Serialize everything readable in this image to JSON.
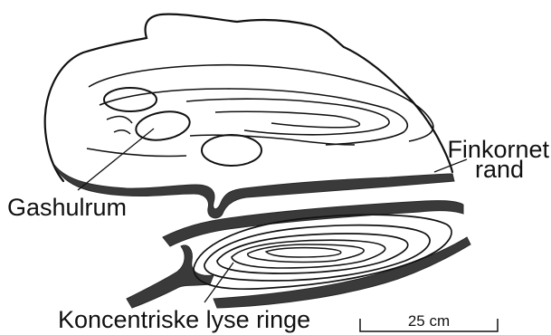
{
  "labels": {
    "vesicle_label": "Gashulrum",
    "rim_label_line1": "Finkornet",
    "rim_label_line2": "rand",
    "rings_label": "Koncentriske lyse ringe",
    "scale_label": "25 cm"
  },
  "colors": {
    "ink": "#111111",
    "rim_fill": "#3a3a3a",
    "background": "#ffffff"
  }
}
